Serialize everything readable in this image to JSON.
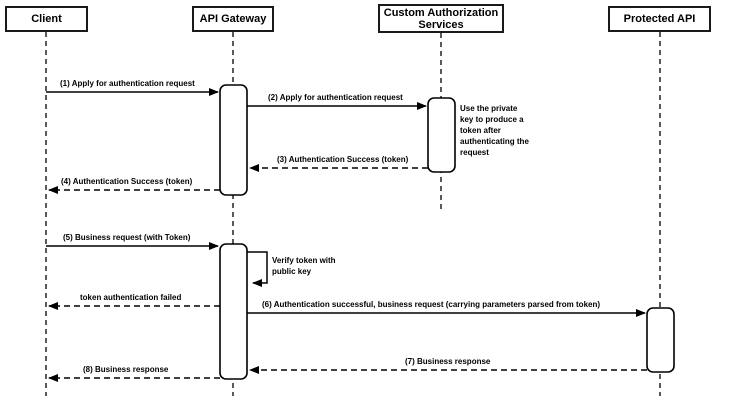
{
  "diagram": {
    "type": "sequence-diagram",
    "actors": [
      {
        "label": "Client"
      },
      {
        "label": "API Gateway"
      },
      {
        "label": "Custom Authorization Services"
      },
      {
        "label": "Protected API"
      }
    ],
    "messages": [
      {
        "label": "(1) Apply for authentication request",
        "from": "Client",
        "to": "API Gateway",
        "style": "solid"
      },
      {
        "label": "(2) Apply for authentication request",
        "from": "API Gateway",
        "to": "Custom Authorization Services",
        "style": "solid"
      },
      {
        "label": "(3) Authentication Success (token)",
        "from": "Custom Authorization Services",
        "to": "API Gateway",
        "style": "dashed"
      },
      {
        "label": "(4) Authentication Success (token)",
        "from": "API Gateway",
        "to": "Client",
        "style": "dashed"
      },
      {
        "label": "(5) Business request (with Token)",
        "from": "Client",
        "to": "API Gateway",
        "style": "solid"
      },
      {
        "label": "token authentication failed",
        "from": "API Gateway",
        "to": "Client",
        "style": "dashed"
      },
      {
        "label": "(6) Authentication successful, business request (carrying parameters parsed from token)",
        "from": "API Gateway",
        "to": "Protected API",
        "style": "solid"
      },
      {
        "label": "(7) Business response",
        "from": "Protected API",
        "to": "API Gateway",
        "style": "dashed"
      },
      {
        "label": "(8) Business response",
        "from": "API Gateway",
        "to": "Client",
        "style": "dashed"
      }
    ],
    "notes": [
      {
        "label": "Use the private key to produce a token after authenticating the request"
      },
      {
        "label": "Verify token with public key"
      }
    ],
    "colors": {
      "line": "#000000",
      "text": "#000000",
      "box_border": "#1a1a1a",
      "background": "#ffffff"
    }
  }
}
